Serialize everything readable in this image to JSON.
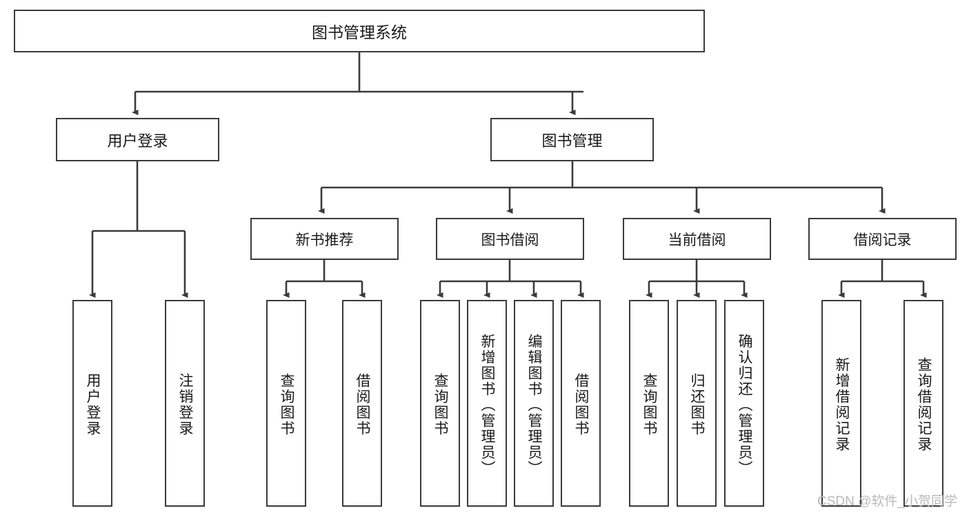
{
  "diagram": {
    "title": "图书管理系统",
    "type": "tree-hierarchy-chart",
    "root": {
      "id": "root",
      "label": "图书管理系统"
    },
    "level1": [
      {
        "id": "user-login",
        "label": "用户登录"
      },
      {
        "id": "book-manage",
        "label": "图书管理"
      }
    ],
    "level2": [
      {
        "id": "new-book-recommend",
        "label": "新书推荐",
        "parent": "book-manage"
      },
      {
        "id": "book-borrow",
        "label": "图书借阅",
        "parent": "book-manage"
      },
      {
        "id": "current-borrow",
        "label": "当前借阅",
        "parent": "book-manage"
      },
      {
        "id": "borrow-record",
        "label": "借阅记录",
        "parent": "book-manage"
      }
    ],
    "leaves": [
      {
        "id": "leaf-user-login",
        "label": "用户登录",
        "parent": "user-login"
      },
      {
        "id": "leaf-logout-login",
        "label": "注销登录",
        "parent": "user-login"
      },
      {
        "id": "leaf-query-book-1",
        "label": "查询图书",
        "parent": "new-book-recommend"
      },
      {
        "id": "leaf-borrow-book-1",
        "label": "借阅图书",
        "parent": "new-book-recommend"
      },
      {
        "id": "leaf-query-book-2",
        "label": "查询图书",
        "parent": "book-borrow"
      },
      {
        "id": "leaf-add-book",
        "label": "新增图书（管理员）",
        "parent": "book-borrow"
      },
      {
        "id": "leaf-edit-book",
        "label": "编辑图书（管理员）",
        "parent": "book-borrow"
      },
      {
        "id": "leaf-borrow-book-2",
        "label": "借阅图书",
        "parent": "book-borrow"
      },
      {
        "id": "leaf-query-book-3",
        "label": "查询图书",
        "parent": "current-borrow"
      },
      {
        "id": "leaf-return-book",
        "label": "归还图书",
        "parent": "current-borrow"
      },
      {
        "id": "leaf-confirm-return",
        "label": "确认归还（管理员）",
        "parent": "current-borrow"
      },
      {
        "id": "leaf-add-record",
        "label": "新增借阅记录",
        "parent": "borrow-record"
      },
      {
        "id": "leaf-query-record",
        "label": "查询借阅记录",
        "parent": "borrow-record"
      }
    ],
    "colors": {
      "stroke": "#3a3a3a",
      "fill": "#ffffff",
      "text": "#1a1a1a",
      "watermark": "#b9b9b9"
    }
  },
  "watermark": {
    "text": "CSDN @软件_小贺同学"
  }
}
